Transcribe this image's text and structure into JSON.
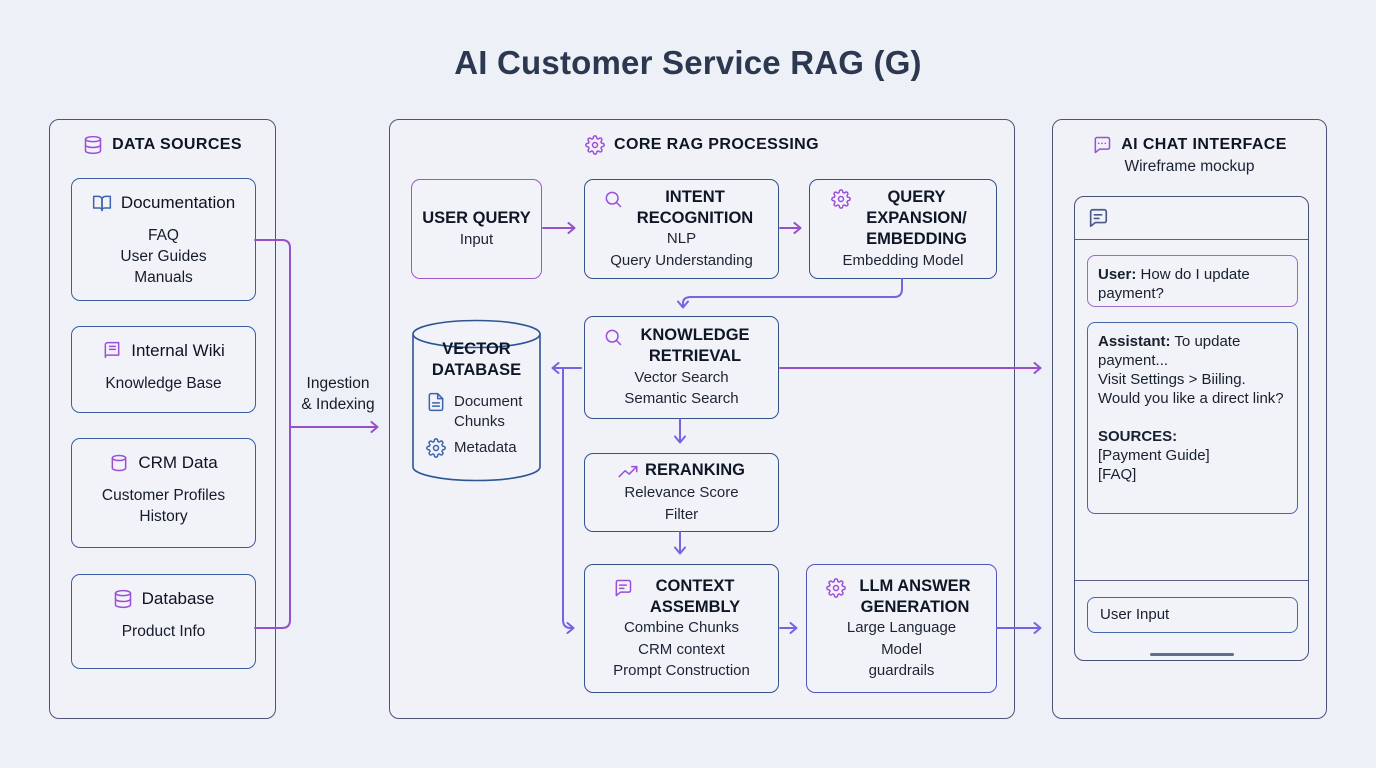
{
  "title": "AI Customer Service RAG (G)",
  "ingestion_label": {
    "line1": "Ingestion",
    "line2": "& Indexing"
  },
  "data_sources": {
    "header": "DATA SOURCES",
    "header_icon": "database",
    "items": [
      {
        "icon": "book-open",
        "title": "Documentation",
        "lines": [
          "FAQ",
          "User Guides",
          "Manuals"
        ]
      },
      {
        "icon": "book",
        "title": "Internal Wiki",
        "lines": [
          "Knowledge Base"
        ]
      },
      {
        "icon": "cylinder",
        "title": "CRM Data",
        "lines": [
          "Customer Profiles",
          "History"
        ]
      },
      {
        "icon": "database",
        "title": "Database",
        "lines": [
          "Product Info"
        ]
      }
    ]
  },
  "core": {
    "header": "CORE RAG PROCESSING",
    "header_icon": "gear",
    "user_query": {
      "title": "USER QUERY",
      "subtitle": "Input"
    },
    "intent": {
      "icon": "search",
      "title": "INTENT RECOGNITION",
      "lines": [
        "NLP",
        "Query Understanding"
      ]
    },
    "expansion": {
      "icon": "gear",
      "title": "QUERY EXPANSION/ EMBEDDING",
      "lines": [
        "Embedding Model"
      ]
    },
    "vector_db": {
      "title_line1": "VECTOR",
      "title_line2": "DATABASE",
      "entries": [
        {
          "icon": "file-text",
          "label": "Document Chunks"
        },
        {
          "icon": "gear",
          "label": "Metadata"
        }
      ]
    },
    "retrieval": {
      "icon": "search",
      "title": "KNOWLEDGE RETRIEVAL",
      "lines": [
        "Vector Search",
        "Semantic Search"
      ]
    },
    "reranking": {
      "icon": "trend",
      "title": "RERANKING",
      "lines": [
        "Relevance Score",
        "Filter"
      ]
    },
    "assembly": {
      "icon": "message-lines",
      "title": "CONTEXT ASSEMBLY",
      "lines": [
        "Combine Chunks",
        "CRM context",
        "Prompt Construction"
      ]
    },
    "llm": {
      "icon": "gear",
      "title": "LLM ANSWER GENERATION",
      "lines": [
        "Large Language Model",
        "guardrails"
      ]
    }
  },
  "chat": {
    "header": "AI CHAT INTERFACE",
    "header_icon": "message-dots",
    "subtitle": "Wireframe mockup",
    "mockup_icon": "message-lines",
    "user_message": {
      "speaker": "User:",
      "text": " How do I update payment?"
    },
    "assistant_message": {
      "speaker": "Assistant:",
      "line1": " To update payment...",
      "line2": "Visit Settings > Biiling.",
      "line3": "Would you like a direct link?",
      "sources_label": "SOURCES:",
      "source1": "[Payment Guide]",
      "source2": "[FAQ]"
    },
    "input_label": "User Input"
  },
  "colors": {
    "accent_purple": "#9750c9",
    "accent_violet": "#7663e0",
    "node_border_blue": "#35528a",
    "panel_border": "#4d5478"
  }
}
